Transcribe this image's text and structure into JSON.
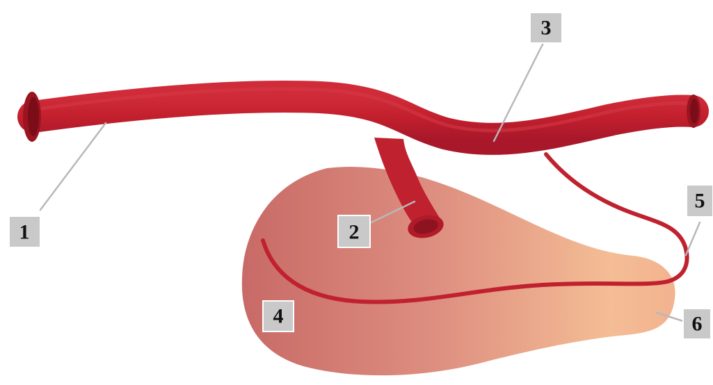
{
  "labels": {
    "l1": "1",
    "l2": "2",
    "l3": "3",
    "l4": "4",
    "l5": "5",
    "l6": "6"
  },
  "colors": {
    "vessel": "#c0212f",
    "vessel_dark": "#8e1320",
    "vessel_highlight": "#d43542",
    "lumen": "#7a0d18",
    "organ_left": "#cc6f6a",
    "organ_right": "#f4bd95",
    "label_box": "#c9c9c9",
    "leader_line": "#b8b8b8"
  }
}
